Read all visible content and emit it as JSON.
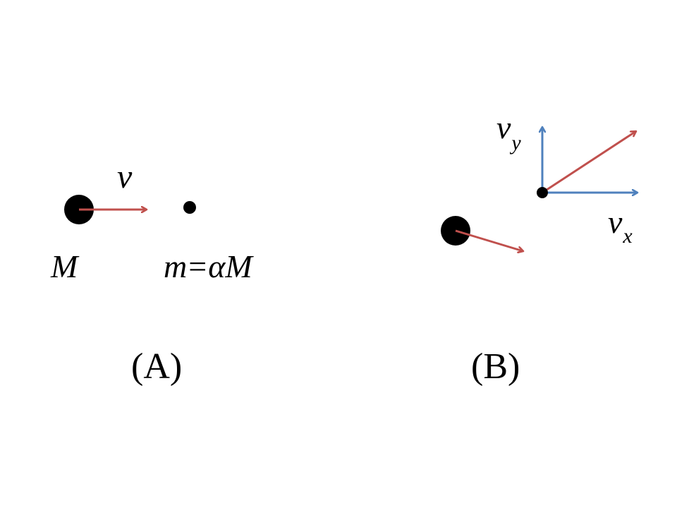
{
  "colors": {
    "background": "#ffffff",
    "mass": "#000000",
    "velocity_arrow": "#c0504d",
    "component_arrow": "#4f81bd"
  },
  "panel_a": {
    "velocity_label": "v",
    "mass_large_label": "M",
    "mass_small_label_m": "m",
    "mass_small_label_eq": "=",
    "mass_small_label_alpha": "α",
    "mass_small_label_M": "M",
    "caption": "(A)"
  },
  "panel_b": {
    "vy_label_base": "v",
    "vy_label_sub": "y",
    "vx_label_base": "v",
    "vx_label_sub": "x",
    "caption": "(B)"
  }
}
